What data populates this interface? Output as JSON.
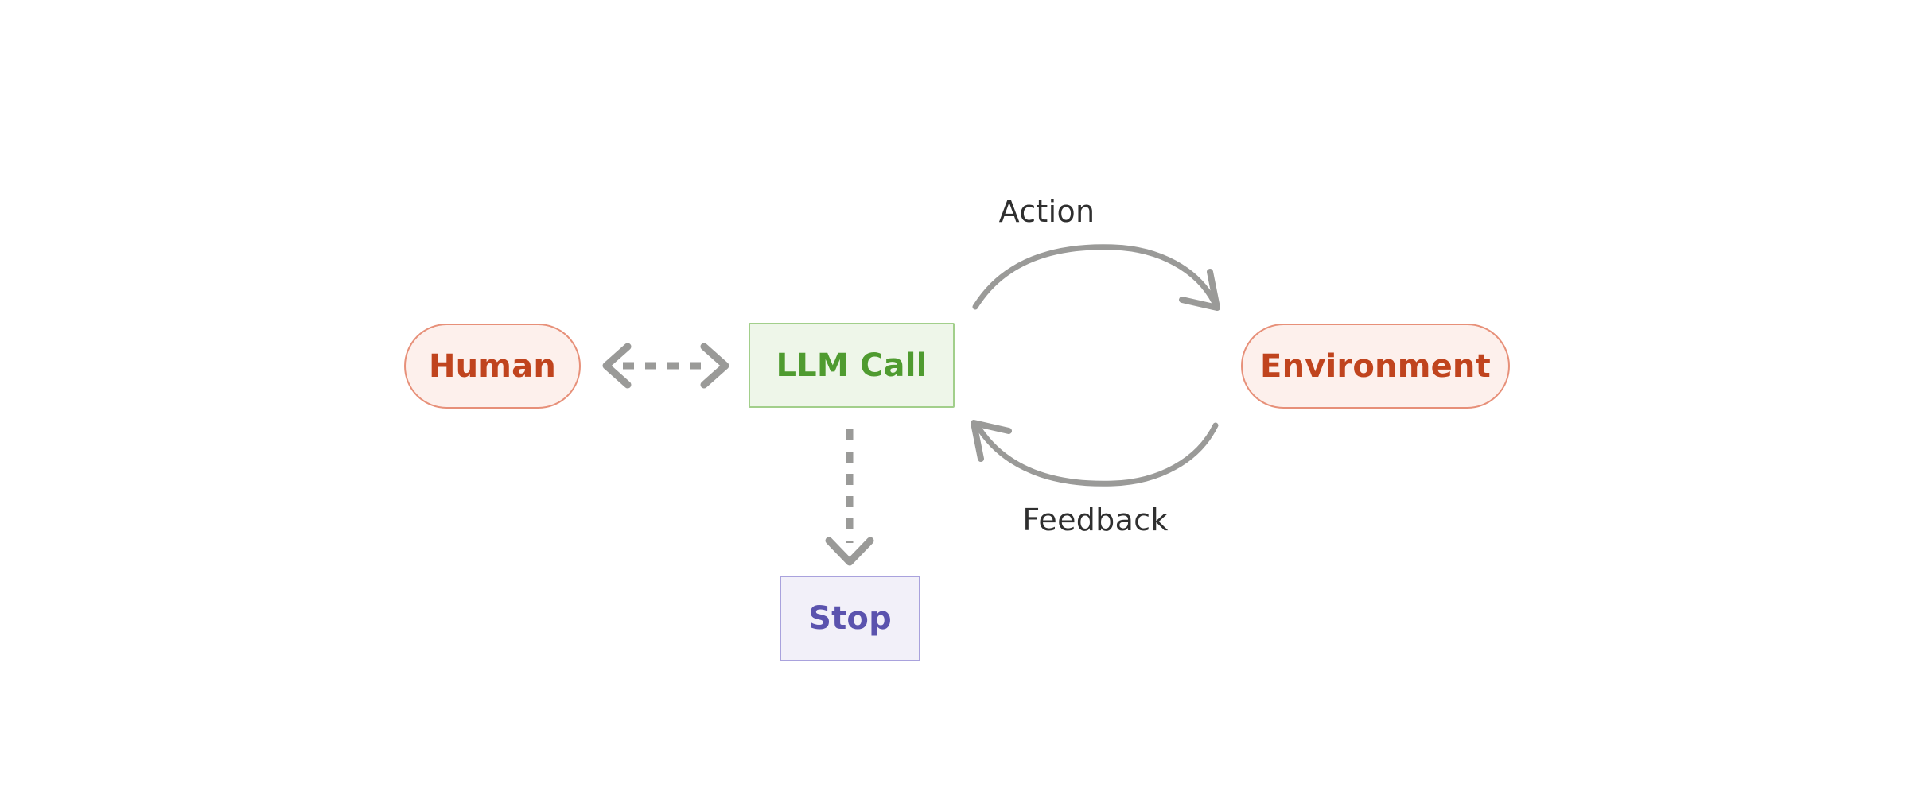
{
  "diagram": {
    "title": "Agent loop diagram",
    "background_color": "#ffffff",
    "nodes": [
      {
        "id": "human",
        "label": "Human",
        "shape": "stadium",
        "fill": "#fdf0ec",
        "border": "#e79079",
        "text_color": "#c0441e"
      },
      {
        "id": "llm_call",
        "label": "LLM Call",
        "shape": "rectangle",
        "fill": "#eef6e9",
        "border": "#a2cf8b",
        "text_color": "#4f9b30"
      },
      {
        "id": "environment",
        "label": "Environment",
        "shape": "stadium",
        "fill": "#fdf0ec",
        "border": "#e79079",
        "text_color": "#c0441e"
      },
      {
        "id": "stop",
        "label": "Stop",
        "shape": "rectangle",
        "fill": "#f2f0f9",
        "border": "#a9a2dd",
        "text_color": "#5b53ae"
      }
    ],
    "edges": [
      {
        "id": "human_llm",
        "from": "human",
        "to": "llm_call",
        "label": "",
        "style": "dashed",
        "direction": "bidirectional",
        "color": "#9a9a98"
      },
      {
        "id": "action",
        "from": "llm_call",
        "to": "environment",
        "label": "Action",
        "style": "solid",
        "direction": "forward",
        "curve": "arc-up",
        "color": "#9a9a98",
        "label_color": "#2f2f2f"
      },
      {
        "id": "feedback",
        "from": "environment",
        "to": "llm_call",
        "label": "Feedback",
        "style": "solid",
        "direction": "forward",
        "curve": "arc-down",
        "color": "#9a9a98",
        "label_color": "#2f2f2f"
      },
      {
        "id": "llm_stop",
        "from": "llm_call",
        "to": "stop",
        "label": "",
        "style": "dashed",
        "direction": "forward",
        "color": "#9a9a98"
      }
    ]
  }
}
